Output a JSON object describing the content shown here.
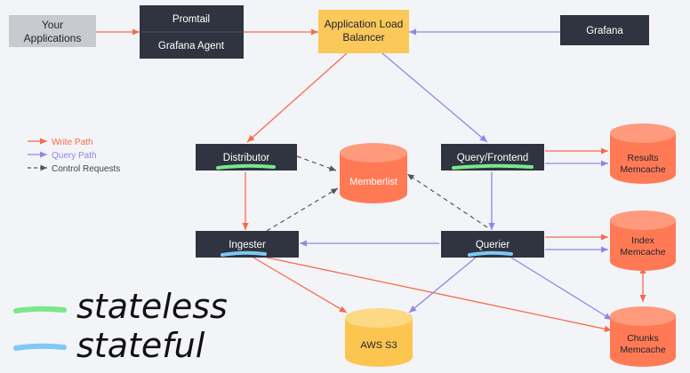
{
  "nodes": {
    "your_applications": "Your\nApplications",
    "promtail": "Promtail",
    "grafana_agent": "Grafana Agent",
    "alb": "Application Load\nBalancer",
    "grafana": "Grafana",
    "distributor": "Distributor",
    "query_frontend": "Query/Frontend",
    "ingester": "Ingester",
    "querier": "Querier",
    "memberlist": "Memberlist",
    "aws_s3": "AWS S3",
    "results_memcache": "Results\nMemcache",
    "index_memcache": "Index\nMemcache",
    "chunks_memcache": "Chunks\nMemcache"
  },
  "legend": {
    "write_path": "Write Path",
    "query_path": "Query Path",
    "control_requests": "Control Requests"
  },
  "annotations": {
    "stateless": "stateless",
    "stateful": "stateful"
  },
  "colors": {
    "background": "#f3f4f7",
    "dark_box": "#2f3440",
    "gray_box": "#c9cacf",
    "alb_box": "#fbc85a",
    "orange_cylinder": "#ff7a54",
    "yellow_cylinder": "#fcc54f",
    "write_path": "#f56b4f",
    "query_path": "#8f86e6",
    "control": "#565656",
    "stateless_marker": "#7ae88a",
    "stateful_marker": "#7ec9f5"
  },
  "icons": [
    "database-cylinder",
    "arrow",
    "dashed-arrow"
  ]
}
